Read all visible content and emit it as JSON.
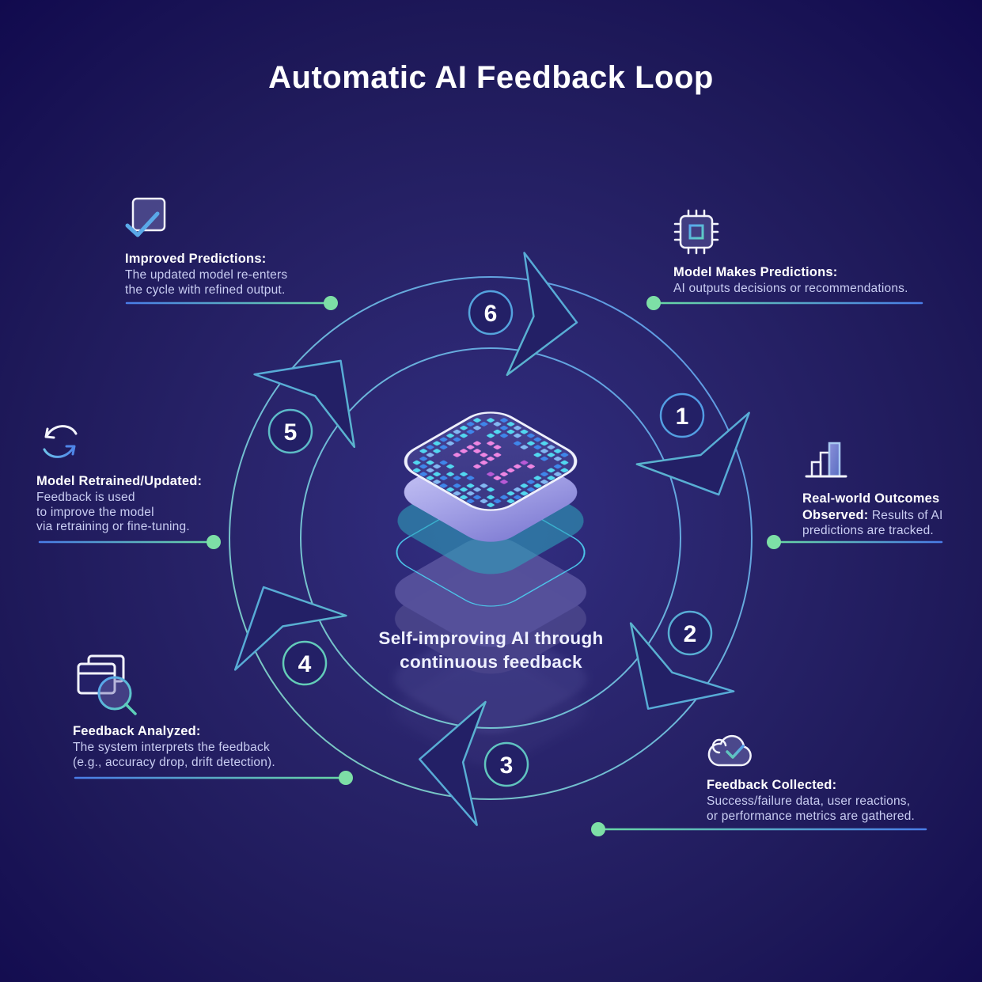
{
  "title": "Automatic AI Feedback Loop",
  "center_caption_lines": [
    "Self-improving AI through",
    "continuous feedback"
  ],
  "center_illustration": "ai-processor-chip",
  "loop": {
    "direction": "clockwise",
    "steps": [
      {
        "number": "1"
      },
      {
        "number": "2"
      },
      {
        "number": "3"
      },
      {
        "number": "4"
      },
      {
        "number": "5"
      },
      {
        "number": "6"
      }
    ]
  },
  "callouts": {
    "model_makes_predictions": {
      "icon": "cpu-chip-icon",
      "title": "Model Makes Predictions:",
      "body_lines": [
        "AI outputs decisions or recommendations."
      ]
    },
    "real_world_outcomes": {
      "icon": "bar-chart-icon",
      "title": "Real-world Outcomes Observed:",
      "body": "Results of AI predictions are tracked."
    },
    "feedback_collected": {
      "icon": "cloud-check-icon",
      "title": "Feedback Collected:",
      "body_lines": [
        "Success/failure data, user reactions,",
        "or performance metrics are gathered."
      ]
    },
    "feedback_analyzed": {
      "icon": "cards-magnifier-icon",
      "title": "Feedback Analyzed:",
      "body_lines": [
        "The system interprets the feedback",
        "(e.g., accuracy drop, drift detection)."
      ]
    },
    "model_retrained": {
      "icon": "refresh-cycle-icon",
      "title": "Model Retrained/Updated:",
      "body_lines": [
        "Feedback is used",
        "to improve the model",
        "via retraining or fine-tuning."
      ]
    },
    "improved_predictions": {
      "icon": "checkbox-check-icon",
      "title": "Improved Predictions:",
      "body_lines": [
        "The updated model re-enters",
        "the cycle with refined output."
      ]
    }
  },
  "colors": {
    "background_center": "#2e2b78",
    "background_edge": "#110a4e",
    "accent_blue": "#4d8df2",
    "accent_teal": "#68dbaa",
    "connector_dot_green": "#7ddfa6",
    "cyan_outline": "#4cc8ec",
    "title_white": "#ffffff",
    "body_text": "#c9cdf2"
  },
  "illustration": {
    "palette": {
      "c": "#52d7f0",
      "b": "#3f86ea",
      "B": "#82b8f2",
      "p": "#ee86e2",
      "m": "#b85ad6",
      "d": "#5a55a8"
    },
    "pattern": [
      "..bcBcbbcBcb..",
      ".cBbcB.cbBcBc.",
      "cb.cb.bB.cb.bc",
      "bB.c........cB",
      "cb..pp...mp.bc",
      "Bc.p..p..p..cB",
      "cb.pppp..p..bc",
      "bB.p..p..p..cb",
      "cb.p..p.mpm.Bc",
      "bc..........cb",
      "cB.bc.cb.Bc.bc",
      ".bcB.cb.cB.cb.",
      ".cbBcb.bcBbBc.",
      "..cbcBbcBcb..."
    ]
  }
}
